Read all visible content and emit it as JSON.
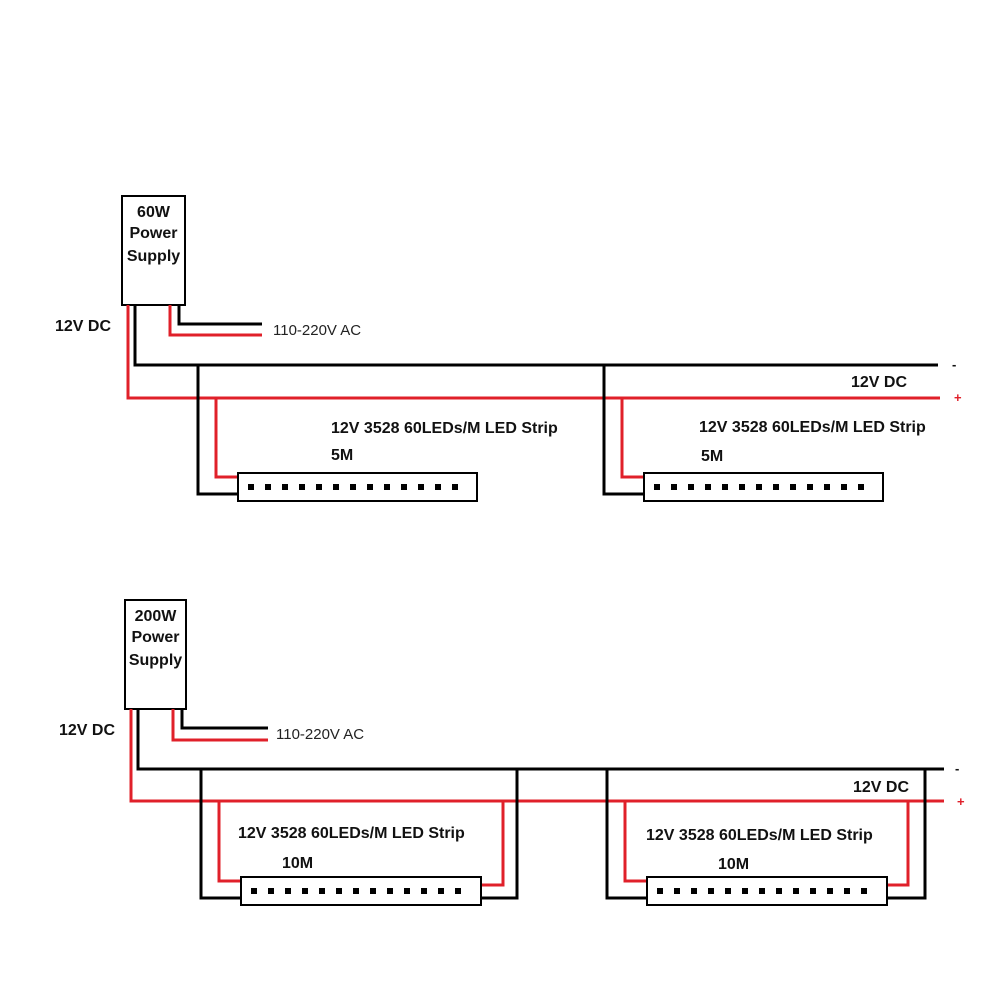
{
  "colors": {
    "negative_wire": "#000000",
    "positive_wire": "#e0202a",
    "background": "#ffffff"
  },
  "diagram_1": {
    "power_supply": [
      "60W",
      "Power",
      "Supply"
    ],
    "dc_label": "12V DC",
    "ac_label": "110-220V AC",
    "bus_label": "12V DC",
    "negative_symbol": "-",
    "positive_symbol": "+",
    "strips": [
      {
        "title": "12V 3528 60LEDs/M LED Strip",
        "length": "5M"
      },
      {
        "title": "12V 3528 60LEDs/M LED Strip",
        "length": "5M"
      }
    ]
  },
  "diagram_2": {
    "power_supply": [
      "200W",
      "Power",
      "Supply"
    ],
    "dc_label": "12V DC",
    "ac_label": "110-220V AC",
    "bus_label": "12V DC",
    "negative_symbol": "-",
    "positive_symbol": "+",
    "strips": [
      {
        "title": "12V 3528 60LEDs/M LED Strip",
        "length": "10M"
      },
      {
        "title": "12V 3528 60LEDs/M LED Strip",
        "length": "10M"
      }
    ]
  }
}
